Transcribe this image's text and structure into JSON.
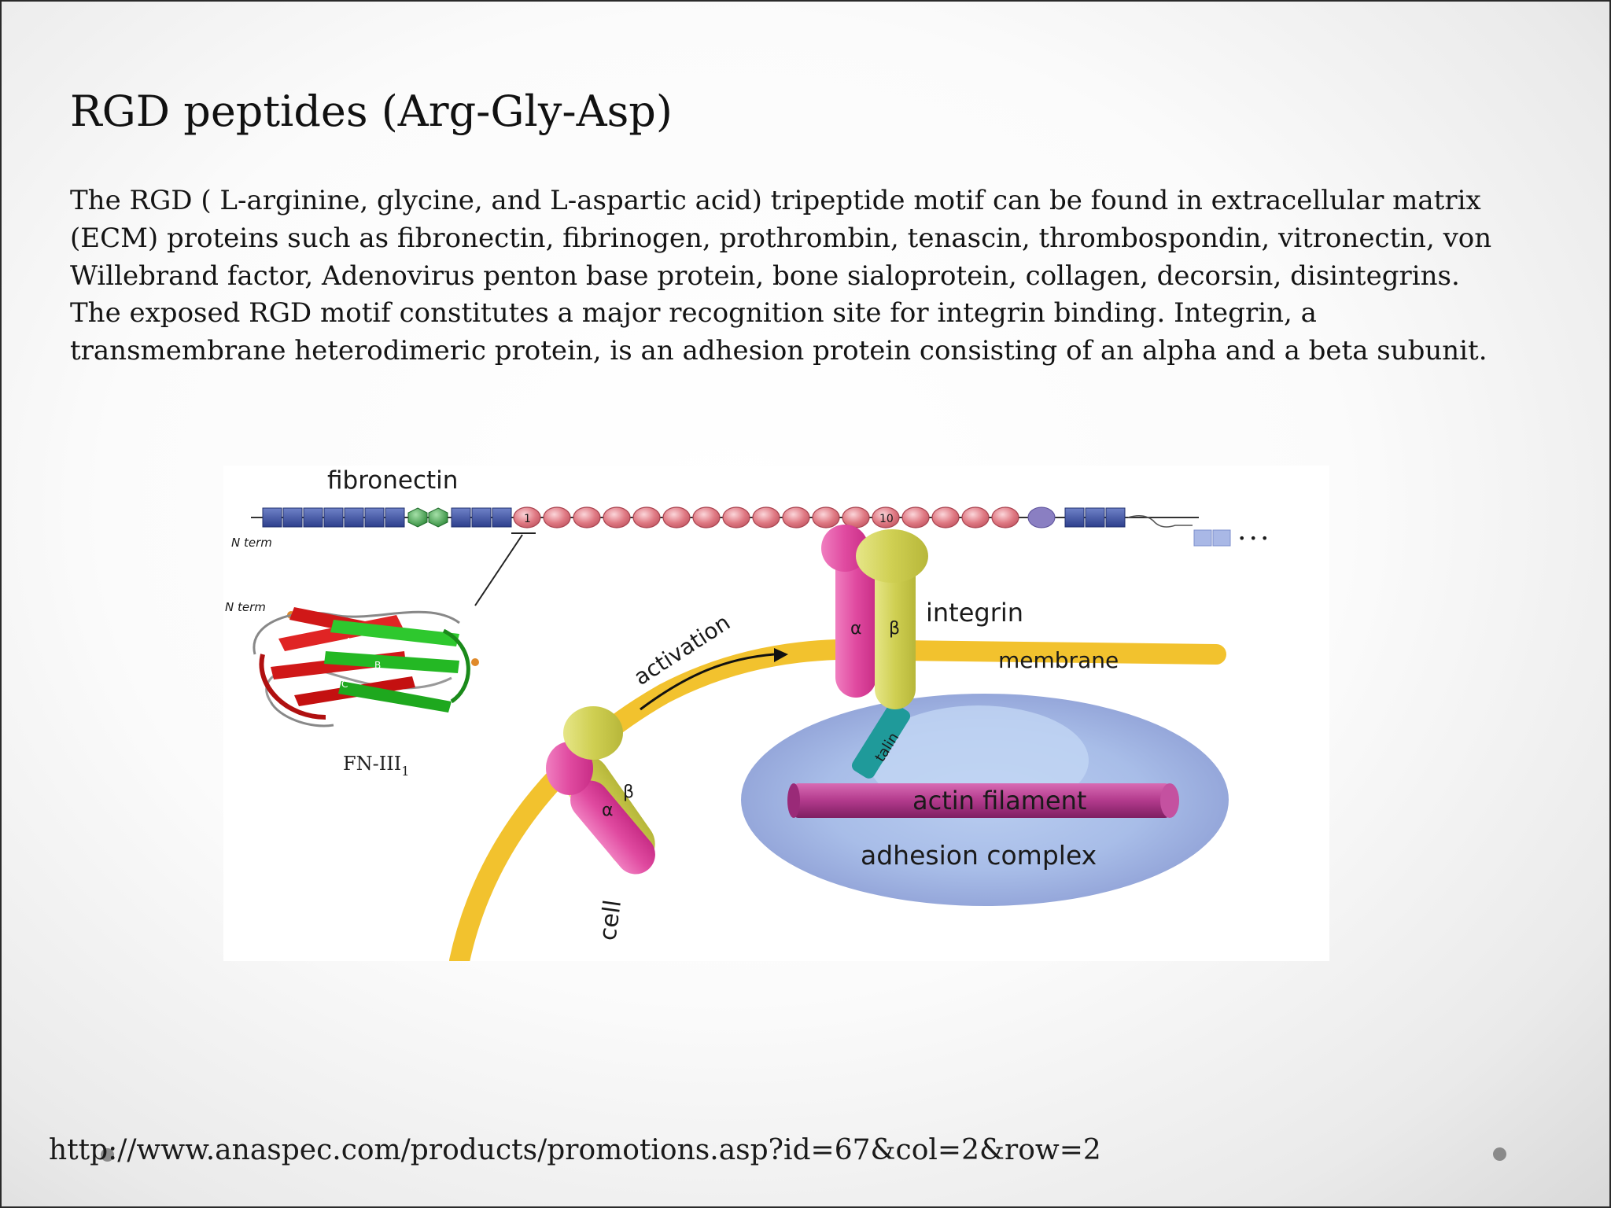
{
  "slide": {
    "title": "RGD peptides (Arg-Gly-Asp)",
    "body": "The RGD ( L-arginine, glycine, and L-aspartic acid) tripeptide motif can be found in extracellular matrix (ECM) proteins such as fibronectin, fibrinogen, prothrombin, tenascin, thrombospondin, vitronectin, von Willebrand factor, Adenovirus penton base protein, bone sialoprotein, collagen, decorsin, disintegrins. The exposed RGD motif constitutes a major recognition site for integrin binding. Integrin, a transmembrane heterodimeric protein, is an adhesion protein consisting of an alpha and a beta subunit.",
    "source_url": "http://www.anaspec.com/products/promotions.asp?id=67&col=2&row=2"
  },
  "diagram": {
    "fibronectin_label": "fibronectin",
    "n_term_label": "N term",
    "n_term_label_2": "N term",
    "module_1_label": "1",
    "module_10_label": "10",
    "fn3_label": "FN-III",
    "fn3_subscript": "1",
    "activation_label": "activation",
    "integrin_label": "integrin",
    "membrane_label": "membrane",
    "alpha_label": "α",
    "beta_label": "β",
    "talin_label": "talin",
    "actin_label": "actin filament",
    "adhesion_label": "adhesion complex",
    "cell_label": "cell"
  },
  "colors": {
    "module_blue": "#3f55a8",
    "module_green": "#3ea24a",
    "module_red": "#e07a84",
    "membrane": "#f2c22e",
    "alpha_subunit": "#e04aa0",
    "beta_subunit": "#cfcf52",
    "talin": "#1f9a9a",
    "actin": "#b23a8c",
    "adhesion_complex": "#8a9ad2"
  }
}
